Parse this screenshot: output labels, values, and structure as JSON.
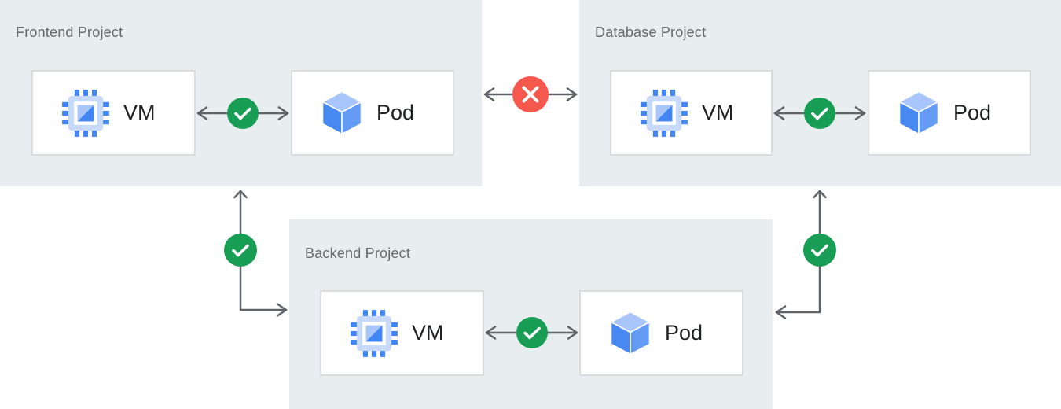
{
  "panels": {
    "frontend": {
      "title": "Frontend Project",
      "vm_label": "VM",
      "pod_label": "Pod"
    },
    "database": {
      "title": "Database Project",
      "vm_label": "VM",
      "pod_label": "Pod"
    },
    "backend": {
      "title": "Backend Project",
      "vm_label": "VM",
      "pod_label": "Pod"
    }
  },
  "connections": [
    {
      "from": "Frontend Project VM",
      "to": "Frontend Project Pod",
      "status": "allowed"
    },
    {
      "from": "Database Project VM",
      "to": "Database Project Pod",
      "status": "allowed"
    },
    {
      "from": "Backend Project VM",
      "to": "Backend Project Pod",
      "status": "allowed"
    },
    {
      "from": "Frontend Project",
      "to": "Database Project",
      "status": "blocked"
    },
    {
      "from": "Frontend Project",
      "to": "Backend Project",
      "status": "allowed"
    },
    {
      "from": "Database Project",
      "to": "Backend Project",
      "status": "allowed"
    }
  ],
  "icons": {
    "vm": "compute-chip-icon",
    "pod": "cube-icon",
    "allowed": "check-circle-icon",
    "blocked": "x-circle-icon"
  },
  "colors": {
    "allowed_green": "#179D54",
    "blocked_red": "#F5584C",
    "panel_background": "#E8EDF0",
    "card_border": "#DADCE0",
    "arrow_gray": "#5F6368",
    "title_text": "#66696D",
    "label_text": "#202124",
    "icon_blue": "#4285F4",
    "icon_light_blue": "#A9C6FC"
  }
}
